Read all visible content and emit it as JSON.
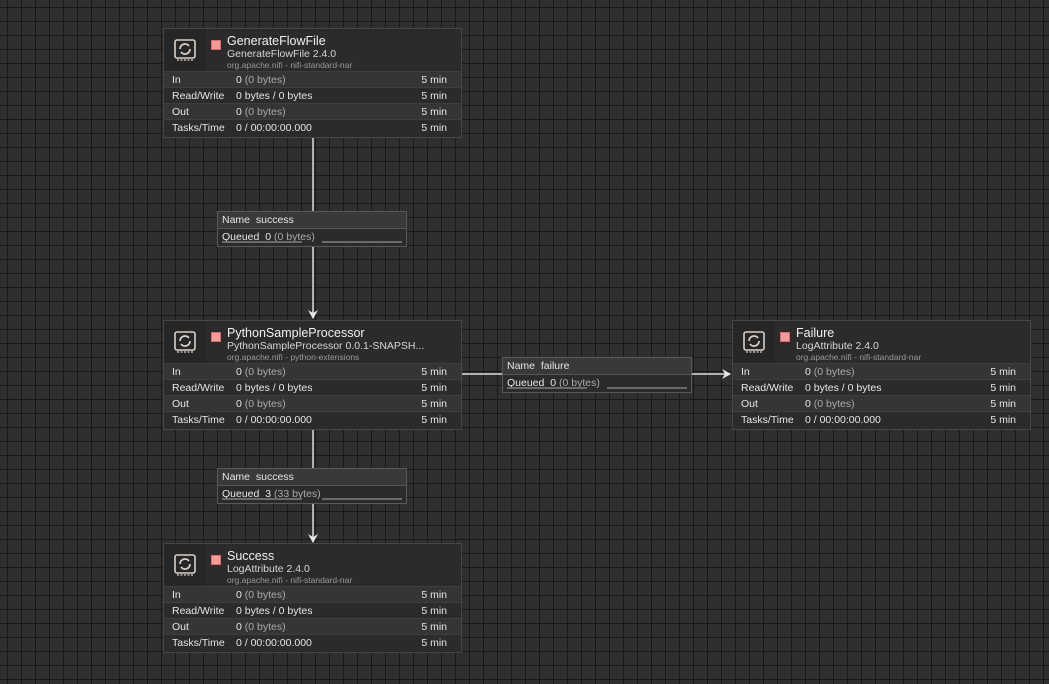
{
  "colors": {
    "canvas_bg": "#2f2f2f",
    "grid_line": "#161a18",
    "stopped_state": "#f39a9a",
    "connector": "#dddddd"
  },
  "processors": [
    {
      "id": "generate",
      "name": "GenerateFlowFile",
      "type": "GenerateFlowFile 2.4.0",
      "bundle": "org.apache.nifi - nifi-standard-nar",
      "state_icon": "stopped-square-icon",
      "icon": "processor-icon",
      "stats": [
        {
          "label": "In",
          "value": "0",
          "sub": "(0 bytes)",
          "time": "5 min"
        },
        {
          "label": "Read/Write",
          "value": "0 bytes / 0 bytes",
          "sub": "",
          "time": "5 min"
        },
        {
          "label": "Out",
          "value": "0",
          "sub": "(0 bytes)",
          "time": "5 min"
        },
        {
          "label": "Tasks/Time",
          "value": "0 / 00:00:00.000",
          "sub": "",
          "time": "5 min"
        }
      ]
    },
    {
      "id": "python",
      "name": "PythonSampleProcessor",
      "type": "PythonSampleProcessor 0.0.1-SNAPSH...",
      "bundle": "org.apache.nifi - python-extensions",
      "state_icon": "stopped-square-icon",
      "icon": "processor-icon",
      "stats": [
        {
          "label": "In",
          "value": "0",
          "sub": "(0 bytes)",
          "time": "5 min"
        },
        {
          "label": "Read/Write",
          "value": "0 bytes / 0 bytes",
          "sub": "",
          "time": "5 min"
        },
        {
          "label": "Out",
          "value": "0",
          "sub": "(0 bytes)",
          "time": "5 min"
        },
        {
          "label": "Tasks/Time",
          "value": "0 / 00:00:00.000",
          "sub": "",
          "time": "5 min"
        }
      ]
    },
    {
      "id": "failure",
      "name": "Failure",
      "type": "LogAttribute 2.4.0",
      "bundle": "org.apache.nifi - nifi-standard-nar",
      "state_icon": "stopped-square-icon",
      "icon": "processor-icon",
      "stats": [
        {
          "label": "In",
          "value": "0",
          "sub": "(0 bytes)",
          "time": "5 min"
        },
        {
          "label": "Read/Write",
          "value": "0 bytes / 0 bytes",
          "sub": "",
          "time": "5 min"
        },
        {
          "label": "Out",
          "value": "0",
          "sub": "(0 bytes)",
          "time": "5 min"
        },
        {
          "label": "Tasks/Time",
          "value": "0 / 00:00:00.000",
          "sub": "",
          "time": "5 min"
        }
      ]
    },
    {
      "id": "success",
      "name": "Success",
      "type": "LogAttribute 2.4.0",
      "bundle": "org.apache.nifi - nifi-standard-nar",
      "state_icon": "stopped-square-icon",
      "icon": "processor-icon",
      "stats": [
        {
          "label": "In",
          "value": "0",
          "sub": "(0 bytes)",
          "time": "5 min"
        },
        {
          "label": "Read/Write",
          "value": "0 bytes / 0 bytes",
          "sub": "",
          "time": "5 min"
        },
        {
          "label": "Out",
          "value": "0",
          "sub": "(0 bytes)",
          "time": "5 min"
        },
        {
          "label": "Tasks/Time",
          "value": "0 / 00:00:00.000",
          "sub": "",
          "time": "5 min"
        }
      ]
    }
  ],
  "connections": [
    {
      "id": "gen-to-python",
      "name_label": "Name",
      "name": "success",
      "queued_label": "Queued",
      "count": "0",
      "size": "(0 bytes)"
    },
    {
      "id": "python-to-failure",
      "name_label": "Name",
      "name": "failure",
      "queued_label": "Queued",
      "count": "0",
      "size": "(0 bytes)"
    },
    {
      "id": "python-to-success",
      "name_label": "Name",
      "name": "success",
      "queued_label": "Queued",
      "count": "3",
      "size": "(33 bytes)"
    }
  ]
}
